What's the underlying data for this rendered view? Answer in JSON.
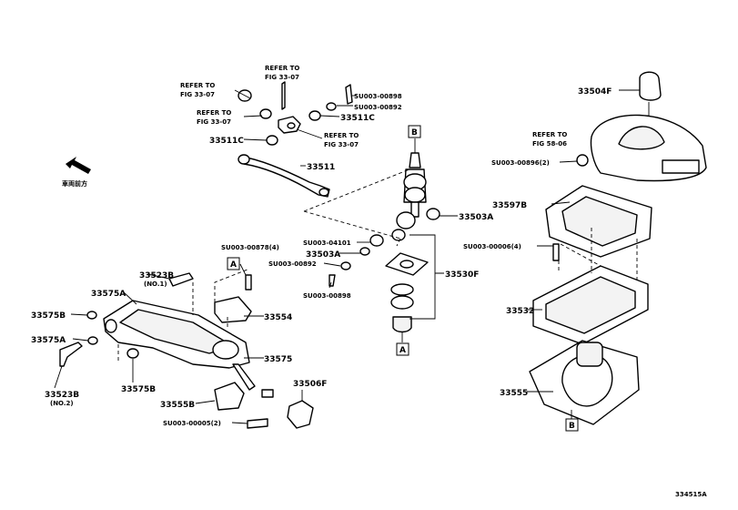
{
  "figure_id": "334515A",
  "direction_label": "車両前方",
  "refs": {
    "ref1_line1": "REFER TO",
    "ref1_line2": "FIG 33-07",
    "ref2_line1": "REFER TO",
    "ref2_line2": "FIG 33-07",
    "ref3_line1": "REFER TO",
    "ref3_line2": "FIG 33-07",
    "ref4_line1": "REFER TO",
    "ref4_line2": "FIG 33-07",
    "ref5_line1": "REFER TO",
    "ref5_line2": "FIG 58-06"
  },
  "parts": {
    "p33504F": "33504F",
    "su00898_top": "SU003-00898",
    "su00892_top": "SU003-00892",
    "p33511C_a": "33511C",
    "p33511C_b": "33511C",
    "p33511": "33511",
    "su00896": "SU003-00896(2)",
    "p33597B": "33597B",
    "su00006": "SU003-00006(4)",
    "p33503A_a": "33503A",
    "su04101": "SU003-04101",
    "p33503A_b": "33503A",
    "su00892_mid": "SU003-00892",
    "su00898_mid": "SU003-00898",
    "p33530F": "33530F",
    "su00878": "SU003-00878(4)",
    "p33523B_1": "33523B",
    "no1": "(NO.1)",
    "p33575A_a": "33575A",
    "p33554": "33554",
    "p33575B_a": "33575B",
    "p33575A_b": "33575A",
    "p33575": "33575",
    "p33523B_2": "33523B",
    "no2": "(NO.2)",
    "p33575B_b": "33575B",
    "p33506F": "33506F",
    "p33555B": "33555B",
    "su00005": "SU003-00005(2)",
    "p33532": "33532",
    "p33555": "33555"
  },
  "markers": {
    "a1": "A",
    "a2": "A",
    "b1": "B",
    "b2": "B"
  }
}
